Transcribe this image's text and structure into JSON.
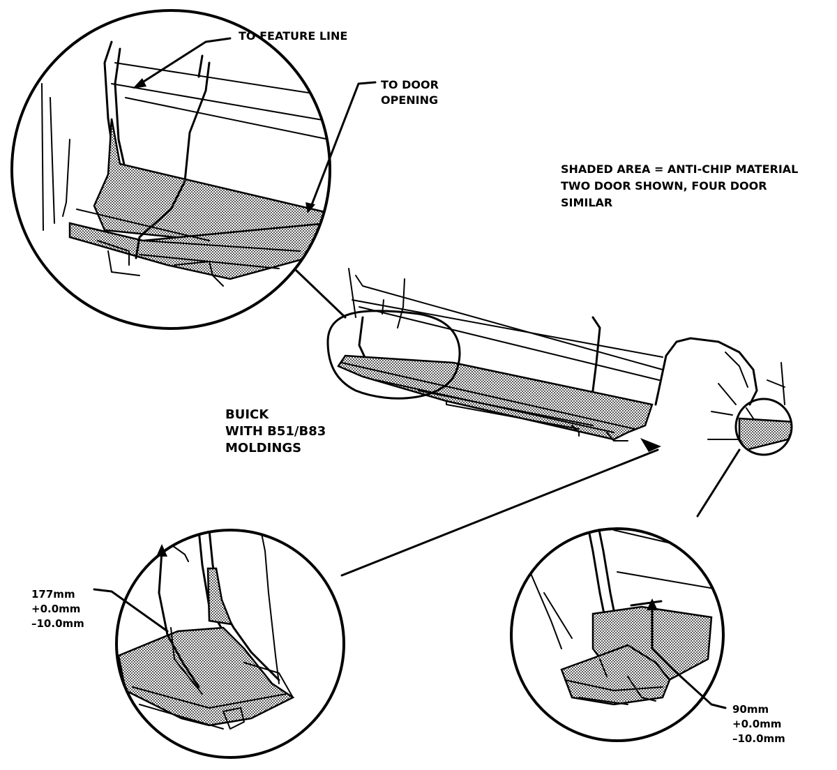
{
  "labels": {
    "feature_line": "TO FEATURE LINE",
    "door_opening_1": "TO DOOR",
    "door_opening_2": "OPENING",
    "note_1": "SHADED AREA = ANTI-CHIP MATERIAL",
    "note_2": "TWO DOOR SHOWN, FOUR DOOR",
    "note_3": "SIMILAR",
    "model_1": "BUICK",
    "model_2": "WITH B51/B83",
    "model_3": "MOLDINGS",
    "dim_left_1": "177mm",
    "dim_left_2": "+0.0mm",
    "dim_left_3": "–10.0mm",
    "dim_right_1": "90mm",
    "dim_right_2": "+0.0mm",
    "dim_right_3": "–10.0mm"
  },
  "colors": {
    "ink": "#000000",
    "shading": "#6e6e6e",
    "paper": "#ffffff"
  }
}
